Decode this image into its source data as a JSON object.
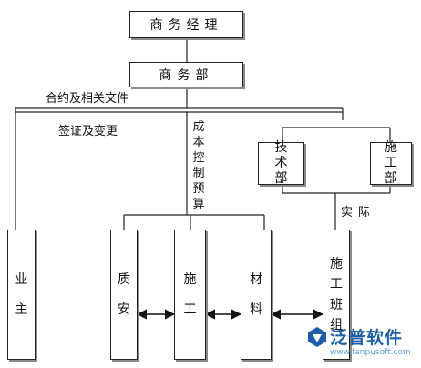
{
  "boxes": {
    "business_manager": "商务经理",
    "business_dept": "商务部",
    "tech_dept": "技术部",
    "construction_dept": "施工部",
    "owner": "业主",
    "quality_safety": "质安",
    "construction": "施工",
    "materials": "材料",
    "construction_team": "施工班组"
  },
  "labels": {
    "contracts": "合约及相关文件",
    "visa_change": "签证及变更",
    "cost_control": "成本控制预算",
    "actual": "实际"
  },
  "watermark": {
    "brand": "泛普软件",
    "url": "www.fanpusoft.com",
    "color": "#1c5fa8"
  }
}
